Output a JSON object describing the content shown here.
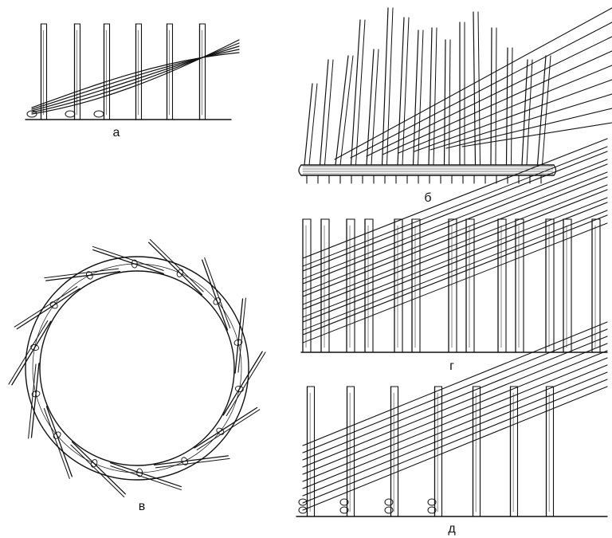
{
  "figure": {
    "panels": [
      {
        "id": "a",
        "label": "а"
      },
      {
        "id": "b",
        "label": "б"
      },
      {
        "id": "v",
        "label": "в"
      },
      {
        "id": "g",
        "label": "г"
      },
      {
        "id": "d",
        "label": "д"
      }
    ],
    "ink_color": "#111111",
    "background": "#ffffff"
  }
}
